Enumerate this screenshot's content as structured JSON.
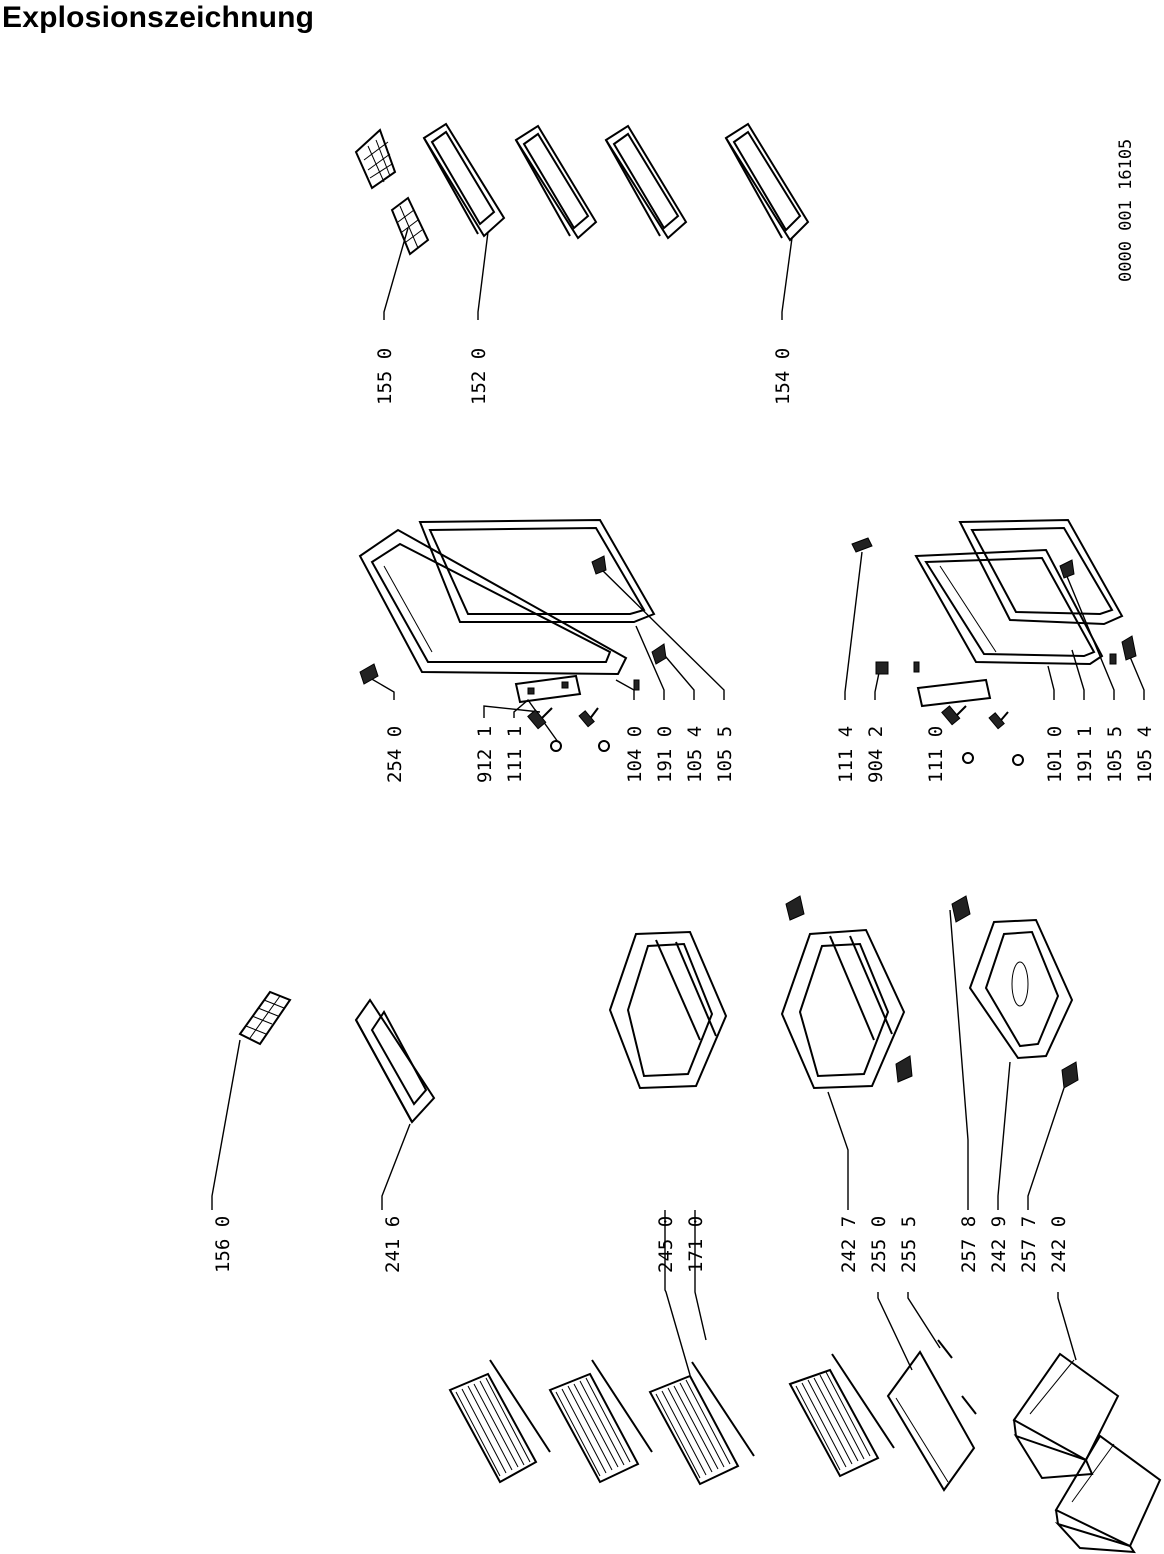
{
  "title": "Explosionszeichnung",
  "drawing_number": "0000 001 16105",
  "part_numbers": [
    "155 0",
    "152 0",
    "154 0",
    "254 0",
    "912 1",
    "111 1",
    "104 0",
    "191 0",
    "105 4",
    "105 5",
    "111 4",
    "904 2",
    "111 0",
    "101 0",
    "191 1",
    "105 5",
    "105 4",
    "156 0",
    "241 6",
    "245 0",
    "171 0",
    "242 7",
    "255 0",
    "255 5",
    "257 8",
    "242 9",
    "257 7",
    "242 0"
  ]
}
